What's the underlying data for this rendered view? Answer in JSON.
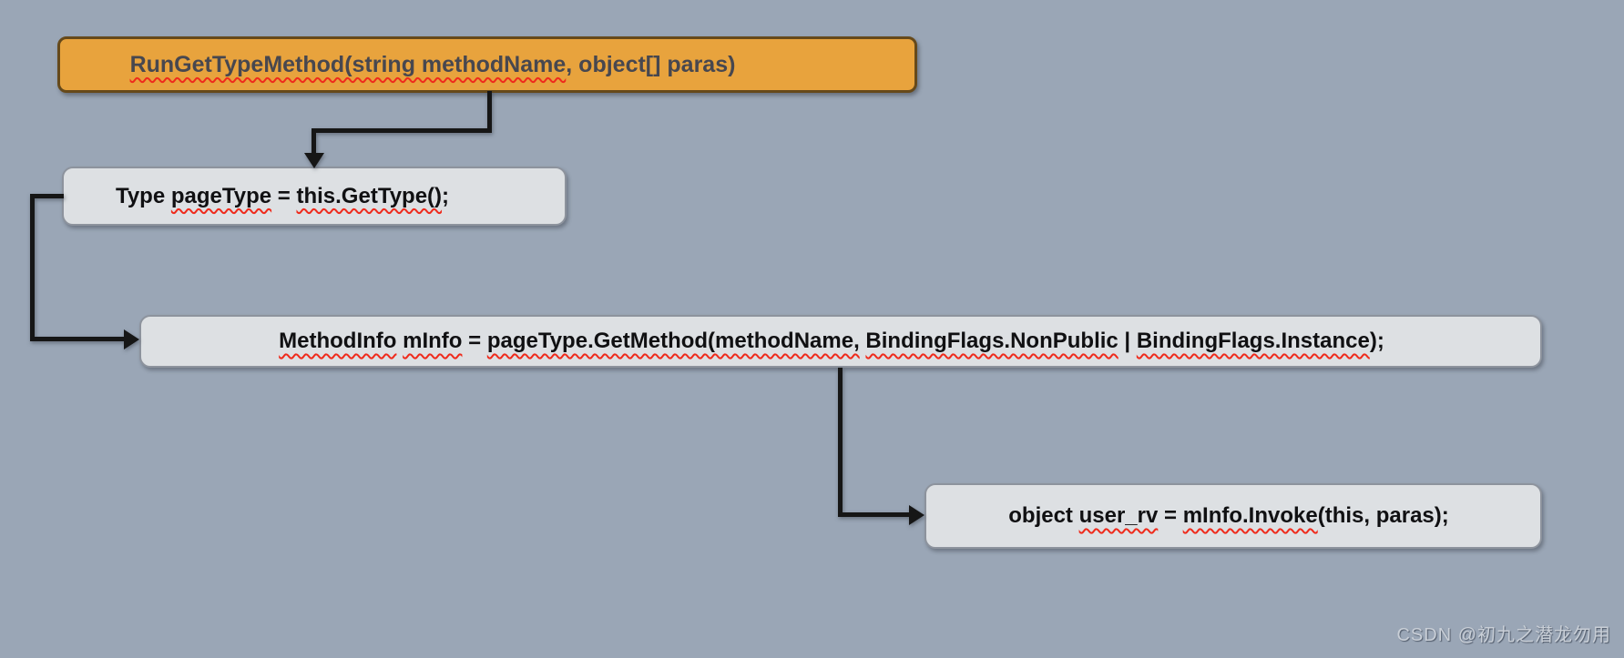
{
  "diagram": {
    "title": "RunGetTypeMethod reflection call flow",
    "colors": {
      "background": "#9aa6b6",
      "start_node_fill": "#e8a33d",
      "start_node_border": "#66491a",
      "start_node_text": "#47474f",
      "step_node_fill": "#dde0e3",
      "step_node_border": "#8d939d",
      "step_node_text": "#101012",
      "connector": "#161616",
      "spellcheck_squiggle": "#ef2b1c"
    },
    "nodes": {
      "start": {
        "text": "RunGetTypeMethod(string methodName, object[] paras)",
        "segments": [
          {
            "text": "RunGetTypeMethod(string methodName",
            "squiggle": true
          },
          {
            "text": ", object[] paras)",
            "squiggle": false
          }
        ]
      },
      "getType": {
        "text": "Type pageType = this.GetType();",
        "segments": [
          {
            "text": "Type ",
            "squiggle": false
          },
          {
            "text": "pageType",
            "squiggle": true
          },
          {
            "text": " = ",
            "squiggle": false
          },
          {
            "text": "this.GetType()",
            "squiggle": true
          },
          {
            "text": ";",
            "squiggle": false
          }
        ]
      },
      "getMethod": {
        "text": "MethodInfo mInfo = pageType.GetMethod(methodName, BindingFlags.NonPublic | BindingFlags.Instance);",
        "segments": [
          {
            "text": "MethodInfo",
            "squiggle": true
          },
          {
            "text": " ",
            "squiggle": false
          },
          {
            "text": "mInfo",
            "squiggle": true
          },
          {
            "text": " = ",
            "squiggle": false
          },
          {
            "text": "pageType.GetMethod(methodName,",
            "squiggle": true
          },
          {
            "text": " ",
            "squiggle": false
          },
          {
            "text": "BindingFlags.NonPublic",
            "squiggle": true
          },
          {
            "text": " | ",
            "squiggle": false
          },
          {
            "text": "BindingFlags.Instance",
            "squiggle": true
          },
          {
            "text": ");",
            "squiggle": false
          }
        ]
      },
      "invoke": {
        "text": "object user_rv = mInfo.Invoke(this, paras);",
        "segments": [
          {
            "text": "object ",
            "squiggle": false
          },
          {
            "text": "user_rv",
            "squiggle": true
          },
          {
            "text": " = ",
            "squiggle": false
          },
          {
            "text": "mInfo.Invoke",
            "squiggle": true
          },
          {
            "text": "(this, paras);",
            "squiggle": false
          }
        ]
      }
    },
    "connectors": [
      {
        "from": "start",
        "to": "getType"
      },
      {
        "from": "getType",
        "to": "getMethod"
      },
      {
        "from": "getMethod",
        "to": "invoke"
      }
    ]
  },
  "watermark": {
    "text": "CSDN @初九之潜龙勿用"
  }
}
